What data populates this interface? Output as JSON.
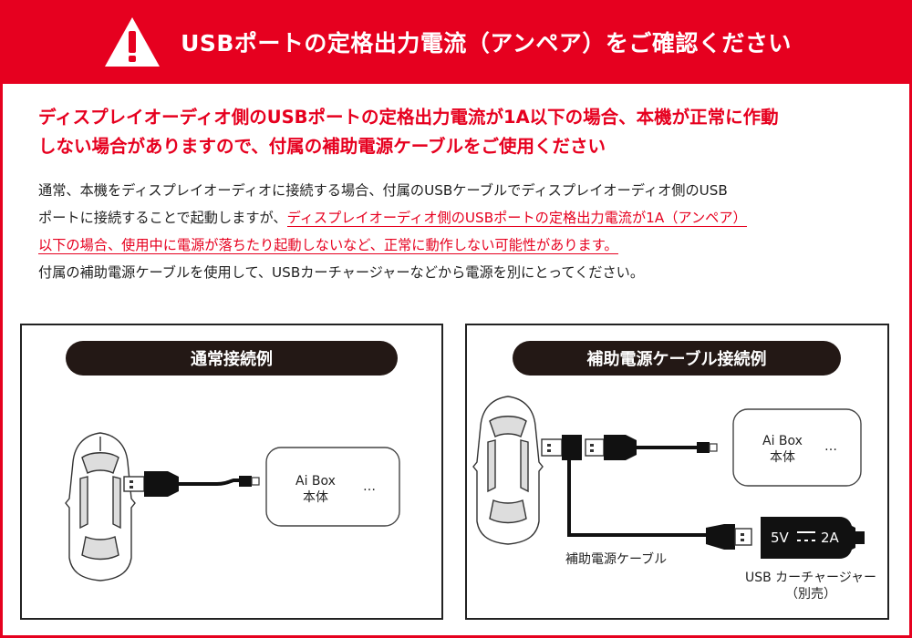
{
  "header": {
    "title": "USBポートの定格出力電流（アンペア）をご確認ください",
    "icon": "warning-icon",
    "color": "#e6001f"
  },
  "lead": {
    "line1": "ディスプレイオーディオ側のUSBポートの定格出力電流が1A以下の場合、本機が正常に作動",
    "line2": "しない場合がありますので、付属の補助電源ケーブルをご使用ください"
  },
  "body": {
    "line1": "通常、本機をディスプレイオーディオに接続する場合、付属のUSBケーブルでディスプレイオーディオ側のUSB",
    "line2_normal": "ポートに接続することで起動しますが、",
    "line2_red": "ディスプレイオーディオ側のUSBポートの定格出力電流が1A（アンペア）",
    "line3_red": "以下の場合、使用中に電源が落ちたり起動しないなど、正常に動作しない可能性があります。",
    "line4": "付属の補助電源ケーブルを使用して、USBカーチャージャーなどから電源を別にとってください。"
  },
  "normal_panel": {
    "title": "通常接続例",
    "device_line1": "Ai Box",
    "device_line2": "本体",
    "dots": "…"
  },
  "aux_panel": {
    "title": "補助電源ケーブル接続例",
    "device_line1": "Ai Box",
    "device_line2": "本体",
    "dots": "…",
    "cable_label": "補助電源ケーブル",
    "charger_spec_left": "5V",
    "charger_spec_right": "2A",
    "charger_label": "USB カーチャージャー",
    "charger_note": "（別売）"
  }
}
